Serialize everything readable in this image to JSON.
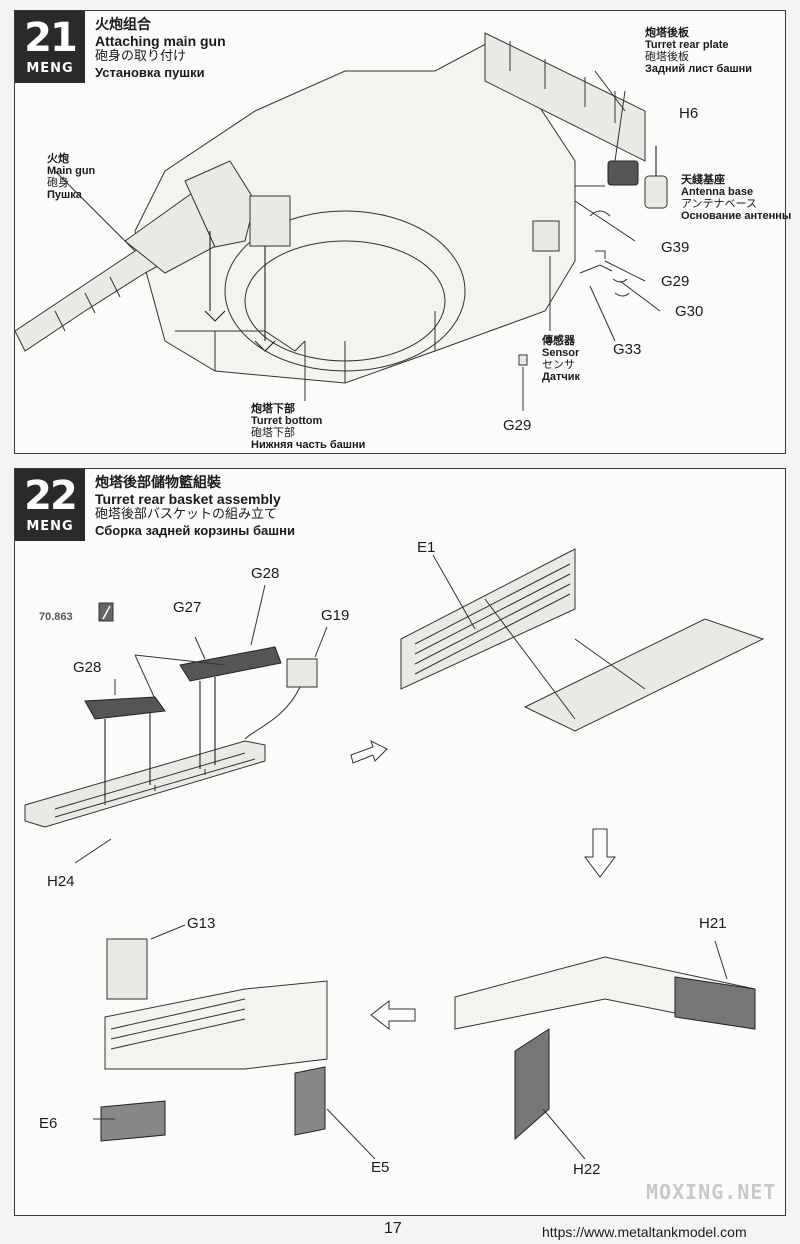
{
  "step21": {
    "number": "21",
    "brand": "MENG",
    "title_zh": "火炮组合",
    "title_en": "Attaching main gun",
    "title_ja": "砲身の取り付け",
    "title_ru": "Установка пушки",
    "labels": {
      "main_gun": {
        "zh": "火炮",
        "en": "Main gun",
        "ja": "砲身",
        "ru": "Пушка"
      },
      "turret_rear_plate": {
        "zh": "炮塔後板",
        "en": "Turret rear plate",
        "ja": "砲塔後板",
        "ru": "Задний лист башни"
      },
      "antenna_base": {
        "zh": "天綫基座",
        "en": "Antenna base",
        "ja": "アンテナベース",
        "ru": "Основание антенны"
      },
      "sensor": {
        "zh": "傳感器",
        "en": "Sensor",
        "ja": "センサ",
        "ru": "Датчик"
      },
      "turret_bottom": {
        "zh": "炮塔下部",
        "en": "Turret bottom",
        "ja": "砲塔下部",
        "ru": "Нижняя часть башни"
      }
    },
    "parts": {
      "h6": "H6",
      "g39": "G39",
      "g29a": "G29",
      "g30": "G30",
      "g33": "G33",
      "g29b": "G29"
    }
  },
  "step22": {
    "number": "22",
    "brand": "MENG",
    "title_zh": "炮塔後部儲物籃組裝",
    "title_en": "Turret rear basket assembly",
    "title_ja": "砲塔後部バスケットの組み立て",
    "title_ru": "Сборка задней корзины башни",
    "paint_code": "70.863",
    "parts": {
      "g28a": "G28",
      "g27": "G27",
      "g28b": "G28",
      "g19": "G19",
      "h24": "H24",
      "e1": "E1",
      "g13": "G13",
      "h21": "H21",
      "e6": "E6",
      "e5": "E5",
      "h22": "H22"
    }
  },
  "footer": {
    "page_number": "17",
    "watermark": "MOXING.NET",
    "url": "https://www.metaltankmodel.com"
  }
}
